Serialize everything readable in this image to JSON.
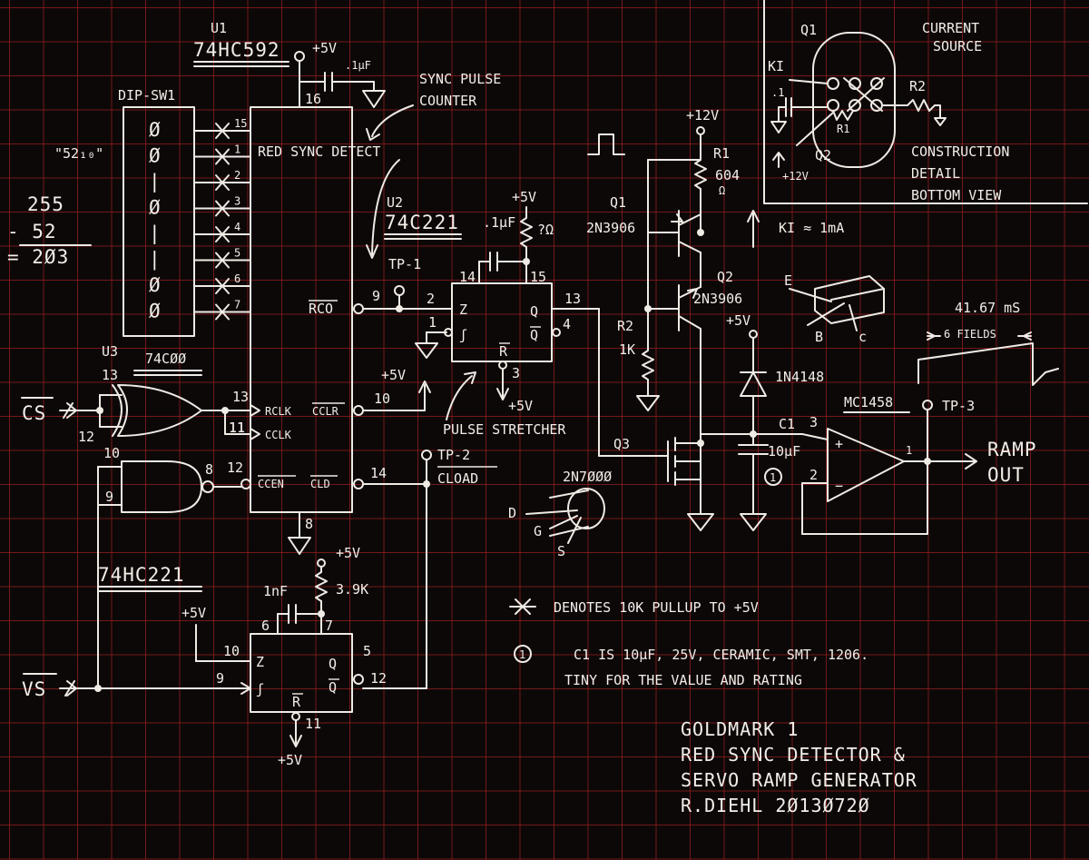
{
  "u1": {
    "ref": "U1",
    "part": "74HC592",
    "supply": "+5V",
    "cap": ".1µF",
    "vcc_pin": "16",
    "gnd_pin": "8"
  },
  "u1_pins": {
    "p15": "15",
    "p1": "1",
    "p2": "2",
    "p3": "3",
    "p4": "4",
    "p5": "5",
    "p6": "6",
    "p7": "7",
    "rco_pin": "9",
    "cclr_pin": "10",
    "rclk_pin": "13",
    "cclk_pin": "11",
    "ccen_pin": "12",
    "cld_pin": "14"
  },
  "u1_labels": {
    "rco": "RCO",
    "rclk": "RCLK",
    "cclr": "CCLR",
    "cclk": "CCLK",
    "ccen": "CCEN",
    "cld": "CLD"
  },
  "sync_counter_label": {
    "line1": "SYNC PULSE",
    "line2": "COUNTER"
  },
  "dip": {
    "ref": "DIP-SW1",
    "states": [
      "Ø",
      "Ø",
      "|",
      "Ø",
      "|",
      "|",
      "Ø",
      "Ø"
    ]
  },
  "calc": {
    "note": "\"52₁₀\"",
    "a": "255",
    "b": "- 52",
    "result": "= 2Ø3"
  },
  "u3": {
    "ref": "U3",
    "part": "74CØØ",
    "pin13": "13",
    "pin12": "12",
    "pin11": "11",
    "pin10": "10",
    "pin9": "9",
    "pin8": "8"
  },
  "inputs": {
    "cs": "CS",
    "vs": "VS"
  },
  "red_sync_label": "RED SYNC DETECT",
  "u2": {
    "ref": "U2",
    "part": "74C221",
    "cap": ".1µF",
    "res": "?Ω",
    "supply": "+5V",
    "tp": "TP-1",
    "pin14": "14",
    "pin15": "15",
    "pin2": "2",
    "pin1": "1",
    "pin13": "13",
    "pin4": "4",
    "pin3": "3",
    "reset_supply": "+5V",
    "cclr_supply": "+5V"
  },
  "pulse_stretcher_label": "PULSE STRETCHER",
  "tp2": {
    "label": "TP-2",
    "net": "CLOAD"
  },
  "u4": {
    "part": "74HC221",
    "supply": "+5V",
    "cap": "1nF",
    "res": "3.9K",
    "res_supply": "+5V",
    "reset_supply": "+5V",
    "pin6": "6",
    "pin7": "7",
    "pin10": "10",
    "pin9": "9",
    "pin5": "5",
    "pin12": "12",
    "pin11": "11"
  },
  "ff_labels": {
    "d": "Z",
    "clk": "ʃ",
    "q": "Q",
    "qbar": "Q",
    "r": "R"
  },
  "current_source": {
    "v12": "+12V",
    "r1": "R1",
    "r1_val": "604",
    "r1_unit": "Ω",
    "q1": "Q1",
    "q1_part": "2N3906",
    "q2": "Q2",
    "q2_part": "2N3906",
    "r2": "R2",
    "r2_val": "1K",
    "ki": "KI ≈ 1mA"
  },
  "q3": {
    "ref": "Q3",
    "part": "2N7ØØØ"
  },
  "pinout": {
    "d": "D",
    "g": "G",
    "s": "S",
    "e": "E",
    "b": "B",
    "c": "c"
  },
  "diode": {
    "supply": "+5V",
    "part": "1N4148"
  },
  "c1": {
    "ref": "C1",
    "val": "10µF",
    "note": "1"
  },
  "opamp": {
    "part": "MC1458",
    "pin3": "3",
    "pin2": "2",
    "pin1": "1",
    "plus": "+",
    "minus": "−"
  },
  "tp3": "TP-3",
  "ramp_out": {
    "line1": "RAMP",
    "line2": "OUT"
  },
  "waveform": {
    "period": "41.67 mS",
    "fields": "6 FIELDS"
  },
  "construction": {
    "title1": "CURRENT",
    "title2": "SOURCE",
    "q1": "Q1",
    "q2": "Q2",
    "ki": "KI",
    "cap": ".1",
    "r1": "R1",
    "r2": "R2",
    "supply": "+12V",
    "detail1": "CONSTRUCTION",
    "detail2": "DETAIL",
    "detail3": "BOTTOM VIEW"
  },
  "notes": {
    "pullup": "DENOTES 10K PULLUP TO +5V",
    "c1_num": "1",
    "c1_line1": "C1 IS 10µF, 25V, CERAMIC, SMT, 1206.",
    "c1_line2": "TINY FOR THE VALUE AND RATING"
  },
  "title_block": {
    "line1": "GOLDMARK 1",
    "line2": "RED SYNC DETECTOR &",
    "line3": "SERVO RAMP GENERATOR",
    "line4": "R.DIEHL 2Ø13Ø72Ø"
  }
}
